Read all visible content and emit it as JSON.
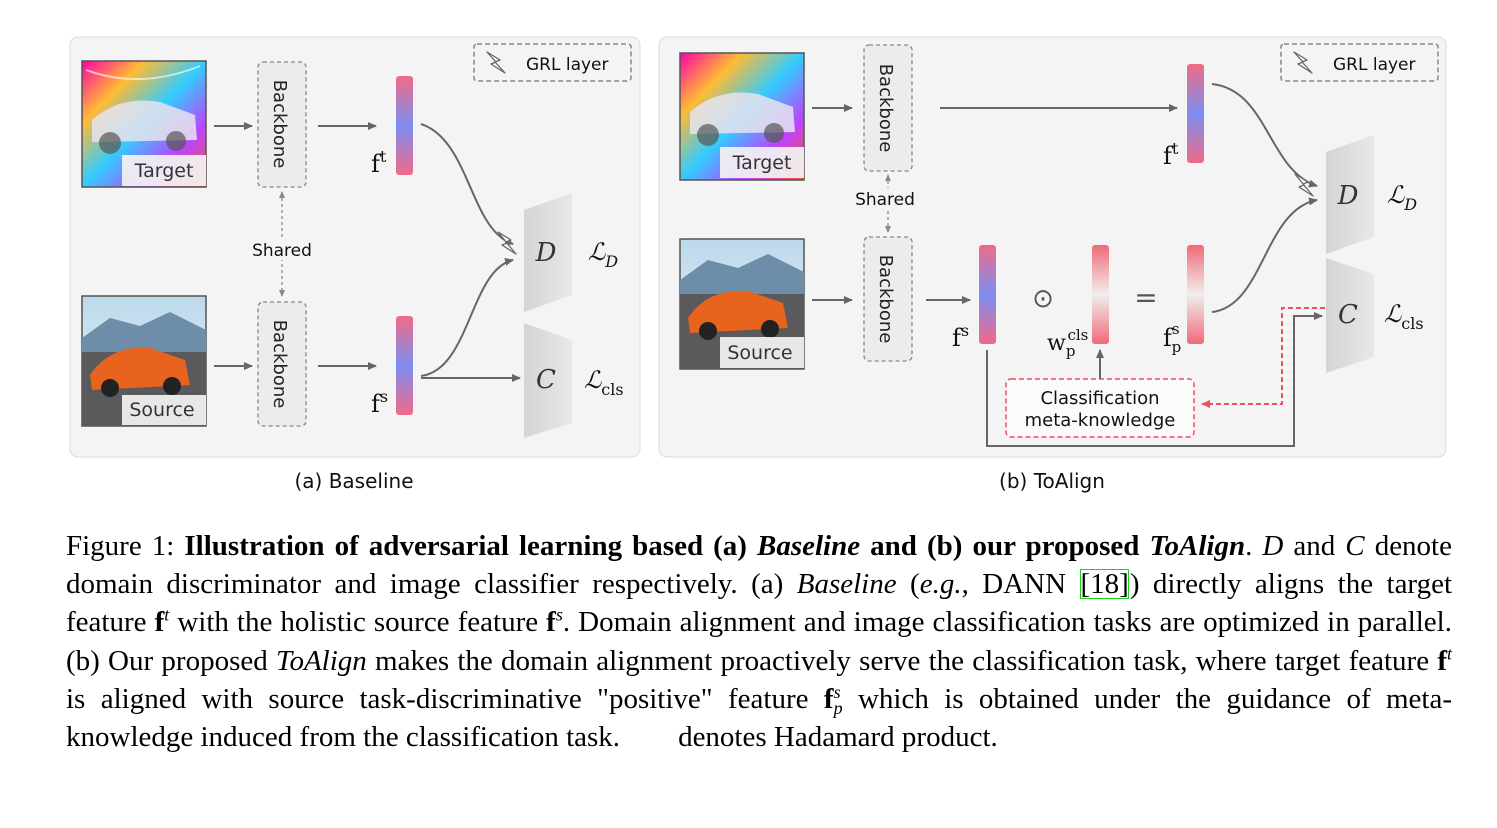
{
  "panel_a": {
    "caption": "(a) Baseline",
    "grl_legend": "GRL layer",
    "target_label": "Target",
    "source_label": "Source",
    "backbone_top": "Backbone",
    "backbone_bottom": "Backbone",
    "shared": "Shared",
    "ft": "f",
    "ft_sup": "t",
    "fs": "f",
    "fs_sup": "s",
    "D": "D",
    "C": "C",
    "LD": "ℒ",
    "LD_sub": "D",
    "Lcls": "ℒ",
    "Lcls_sub": "cls"
  },
  "panel_b": {
    "caption": "(b) ToAlign",
    "grl_legend": "GRL layer",
    "target_label": "Target",
    "source_label": "Source",
    "backbone_top": "Backbone",
    "backbone_bottom": "Backbone",
    "shared": "Shared",
    "ft": "f",
    "ft_sup": "t",
    "fs": "f",
    "fs_sup": "s",
    "w": "w",
    "w_sup": "cls",
    "w_sub": "p",
    "fps": "f",
    "fps_sup": "s",
    "fps_sub": "p",
    "odot": "⊙",
    "equals": "=",
    "meta_line1": "Classification",
    "meta_line2": "meta-knowledge",
    "D": "D",
    "C": "C",
    "LD": "ℒ",
    "LD_sub": "D",
    "Lcls": "ℒ",
    "Lcls_sub": "cls"
  },
  "caption": {
    "fig_label": "Figure 1:",
    "title_1": "Illustration of adversarial learning based (a)",
    "title_baseline": "Baseline",
    "title_2": "and (b) our proposed",
    "title_toalign": "ToAlign",
    "title_end": ".",
    "s1_D": "D",
    "s1_and": "and",
    "s1_C": "C",
    "s1_rest": "denote domain discriminator and image classifier respectively. (a)",
    "s2_baseline": "Baseline",
    "s2_eg_open": "(",
    "s2_eg": "e.g.",
    "s2_dann": ", DANN",
    "cite_open": "[",
    "cite_num": "18",
    "cite_close": "]",
    "s3": ") directly aligns the target feature",
    "f1": "f",
    "f1_sup": "t",
    "s4": "with the holistic source feature",
    "f2": "f",
    "f2_sup": "s",
    "s5": ". Domain alignment and image classification tasks are optimized in parallel. (b) Our proposed",
    "s5_toalign": "ToAlign",
    "s6": "makes the domain alignment proactively serve the classification task, where target feature",
    "f3": "f",
    "f3_sup": "t",
    "s7": "is aligned with source task-discriminative \"positive\" feature",
    "f4": "f",
    "f4_sup": "s",
    "f4_sub": "p",
    "s8": "which is obtained under the guidance of meta-knowledge induced from the classification task.",
    "s9": "denotes Hadamard product."
  }
}
